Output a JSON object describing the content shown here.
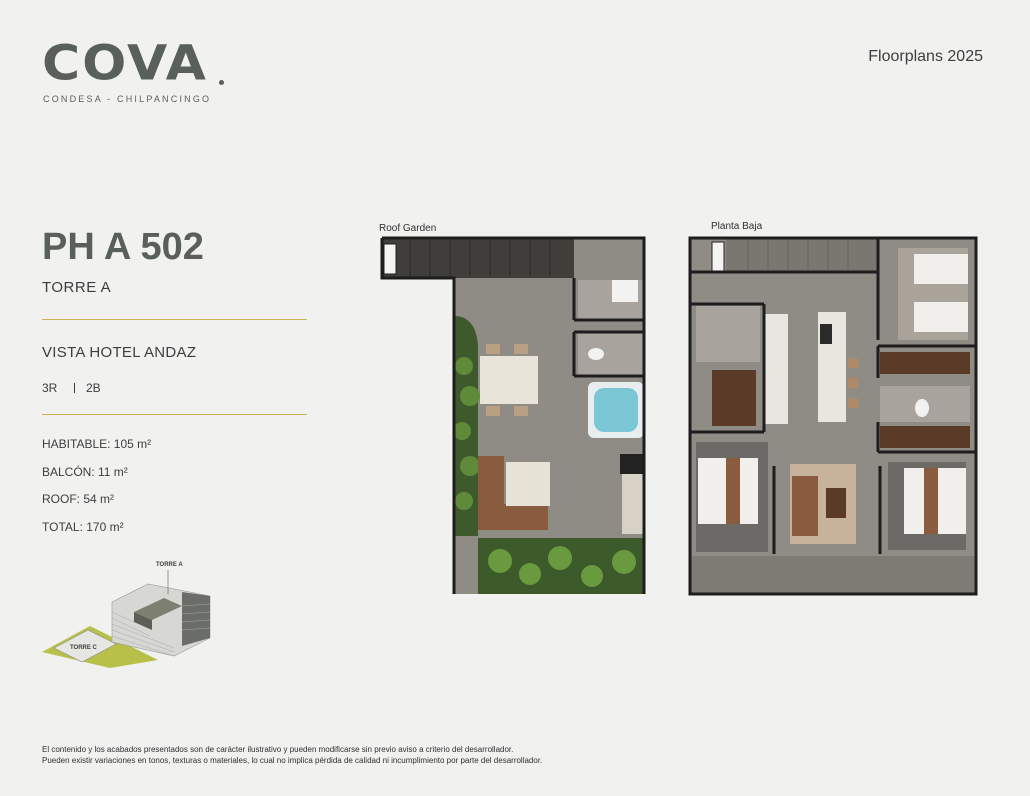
{
  "brand": {
    "logo": "COVA",
    "subtitle": "CONDESA  -  CHILPANCINGO"
  },
  "header": {
    "right_title": "Floorplans 2025"
  },
  "unit": {
    "title": "PH A 502",
    "tower": "TORRE A",
    "view": "VISTA HOTEL ANDAZ",
    "rooms": "3R",
    "baths": "2B",
    "areas": [
      "HABITABLE: 105 m²",
      "BALCÓN: 11 m²",
      "ROOF: 54 m²",
      "TOTAL: 170 m²"
    ]
  },
  "keyplan": {
    "tower_a": "TORRE A",
    "tower_c": "TORRE C"
  },
  "plans": {
    "roof_caption": "Roof Garden",
    "ground_caption": "Planta Baja"
  },
  "disclaimer": [
    "El contenido y los acabados presentados son de carácter ilustrativo y pueden modificarse sin previo aviso a criterio del desarrollador.",
    "Pueden existir variaciones en tonos, texturas o materiales, lo cual no implica pérdida de calidad ni incumplimiento por parte del desarrollador."
  ],
  "colors": {
    "background": "#f1f1f0",
    "brand_gray": "#59605c",
    "accent_gold": "#c8b25a",
    "wall": "#1f1f1f",
    "floor": "#8d8a84"
  }
}
